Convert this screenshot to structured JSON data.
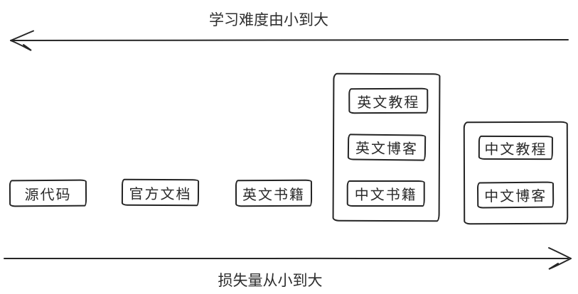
{
  "diagram": {
    "axes": {
      "top": {
        "label": "学习难度由小到大",
        "direction": "left"
      },
      "bottom": {
        "label": "损失量从小到大",
        "direction": "right"
      }
    },
    "boxes": [
      "源代码",
      "官方文档",
      "英文书籍"
    ],
    "groups": [
      {
        "items": [
          "英文教程",
          "英文博客",
          "中文书籍"
        ]
      },
      {
        "items": [
          "中文教程",
          "中文博客"
        ]
      }
    ],
    "colors": {
      "stroke": "#262626",
      "background": "#ffffff"
    }
  }
}
